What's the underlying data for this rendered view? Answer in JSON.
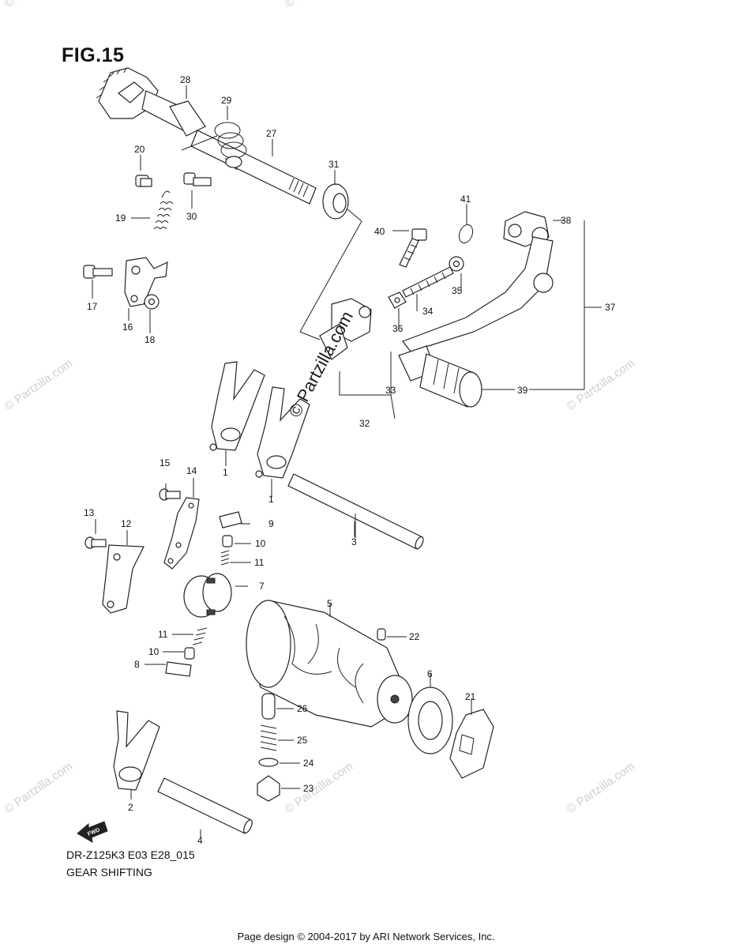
{
  "figure": {
    "title": "FIG.15"
  },
  "model_code": "DR-Z125K3 E03 E28_015",
  "section_title": "GEAR SHIFTING",
  "footer": "Page design © 2004-2017 by ARI Network Services, Inc.",
  "center_watermark": "© Partzilla.com",
  "corner_watermark": "© Partzilla.com",
  "direction_marker": {
    "label": "FWD",
    "icon": "arrow-left-icon"
  },
  "parts": [
    {
      "ref": "1"
    },
    {
      "ref": "1"
    },
    {
      "ref": "2"
    },
    {
      "ref": "3"
    },
    {
      "ref": "4"
    },
    {
      "ref": "5"
    },
    {
      "ref": "6"
    },
    {
      "ref": "7"
    },
    {
      "ref": "8"
    },
    {
      "ref": "9"
    },
    {
      "ref": "10"
    },
    {
      "ref": "10"
    },
    {
      "ref": "11"
    },
    {
      "ref": "11"
    },
    {
      "ref": "12"
    },
    {
      "ref": "13"
    },
    {
      "ref": "14"
    },
    {
      "ref": "15"
    },
    {
      "ref": "16"
    },
    {
      "ref": "17"
    },
    {
      "ref": "18"
    },
    {
      "ref": "19"
    },
    {
      "ref": "20"
    },
    {
      "ref": "21"
    },
    {
      "ref": "22"
    },
    {
      "ref": "23"
    },
    {
      "ref": "24"
    },
    {
      "ref": "25"
    },
    {
      "ref": "26"
    },
    {
      "ref": "27"
    },
    {
      "ref": "28"
    },
    {
      "ref": "29"
    },
    {
      "ref": "30"
    },
    {
      "ref": "31"
    },
    {
      "ref": "32"
    },
    {
      "ref": "33"
    },
    {
      "ref": "34"
    },
    {
      "ref": "35"
    },
    {
      "ref": "36"
    },
    {
      "ref": "37"
    },
    {
      "ref": "38"
    },
    {
      "ref": "39"
    },
    {
      "ref": "40"
    },
    {
      "ref": "41"
    }
  ]
}
